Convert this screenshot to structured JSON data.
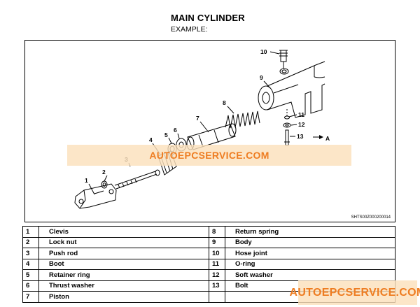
{
  "header": {
    "title": "MAIN CYLINDER",
    "subtitle": "EXAMPLE:"
  },
  "figure": {
    "code": "SHTS00Z000200014",
    "callouts": [
      "1",
      "2",
      "3",
      "4",
      "5",
      "6",
      "7",
      "8",
      "9",
      "10",
      "11",
      "12",
      "13",
      "A"
    ]
  },
  "watermark": {
    "text_top": "AUTOEPCSERVICE.COM",
    "text_bottom": "AUTOEPCSERVICE.COM",
    "color": "#ee7d22"
  },
  "parts": {
    "left": [
      {
        "num": "1",
        "name": "Clevis"
      },
      {
        "num": "2",
        "name": "Lock nut"
      },
      {
        "num": "3",
        "name": "Push rod"
      },
      {
        "num": "4",
        "name": "Boot"
      },
      {
        "num": "5",
        "name": "Retainer ring"
      },
      {
        "num": "6",
        "name": "Thrust washer"
      },
      {
        "num": "7",
        "name": "Piston"
      }
    ],
    "right": [
      {
        "num": "8",
        "name": "Return spring"
      },
      {
        "num": "9",
        "name": "Body"
      },
      {
        "num": "10",
        "name": "Hose joint"
      },
      {
        "num": "11",
        "name": "O-ring"
      },
      {
        "num": "12",
        "name": "Soft washer"
      },
      {
        "num": "13",
        "name": "Bolt"
      },
      {
        "num": "",
        "name": ""
      }
    ]
  }
}
